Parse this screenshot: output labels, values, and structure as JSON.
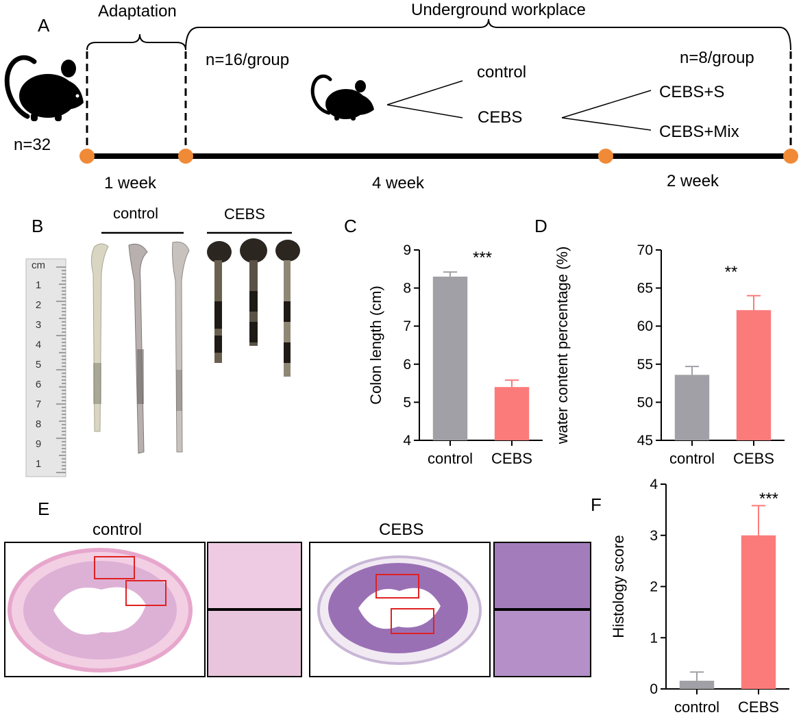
{
  "panel_letters": [
    "A",
    "B",
    "C",
    "D",
    "E",
    "F"
  ],
  "timeline": {
    "adaptation": "Adaptation",
    "underground": "Underground workplace",
    "n_start": "n=32",
    "n16": "n=16/group",
    "n8": "n=8/group",
    "control": "control",
    "cebs": "CEBS",
    "cebs_s": "CEBS+S",
    "cebs_mix": "CEBS+Mix",
    "week1": "1 week",
    "week4": "4 week",
    "week2": "2 week",
    "colors": {
      "timeline": "#000000",
      "dot": "#f08a36",
      "mouse": "#000000"
    }
  },
  "panel_b": {
    "control_label": "control",
    "cebs_label": "CEBS",
    "ruler_cm": [
      "cm",
      "1",
      "2",
      "3",
      "4",
      "5",
      "6",
      "7",
      "8",
      "9",
      "1"
    ]
  },
  "panel_e": {
    "control_label": "control",
    "cebs_label": "CEBS"
  },
  "chart_data": [
    {
      "id": "C",
      "type": "bar",
      "categories": [
        "control",
        "CEBS"
      ],
      "values": [
        8.3,
        5.4
      ],
      "errors": [
        0.12,
        0.18
      ],
      "ylabel": "Colon length (cm)",
      "ylim": [
        4,
        9
      ],
      "yticks": [
        4,
        5,
        6,
        7,
        8,
        9
      ],
      "significance": "***",
      "colors": [
        "#a0a0a6",
        "#fb7b7b"
      ]
    },
    {
      "id": "D",
      "type": "bar",
      "categories": [
        "control",
        "CEBS"
      ],
      "values": [
        53.6,
        62.1
      ],
      "errors": [
        1.1,
        1.9
      ],
      "ylabel": "water content percentage (%)",
      "ylim": [
        45,
        70
      ],
      "yticks": [
        45,
        50,
        55,
        60,
        65,
        70
      ],
      "significance": "**",
      "colors": [
        "#a0a0a6",
        "#fb7b7b"
      ]
    },
    {
      "id": "F",
      "type": "bar",
      "categories": [
        "control",
        "CEBS"
      ],
      "values": [
        0.16,
        3.0
      ],
      "errors": [
        0.17,
        0.58
      ],
      "ylabel": "Histology score",
      "ylim": [
        0,
        4
      ],
      "yticks": [
        0,
        1,
        2,
        3,
        4
      ],
      "significance": "***",
      "colors": [
        "#a0a0a6",
        "#fb7b7b"
      ]
    }
  ]
}
